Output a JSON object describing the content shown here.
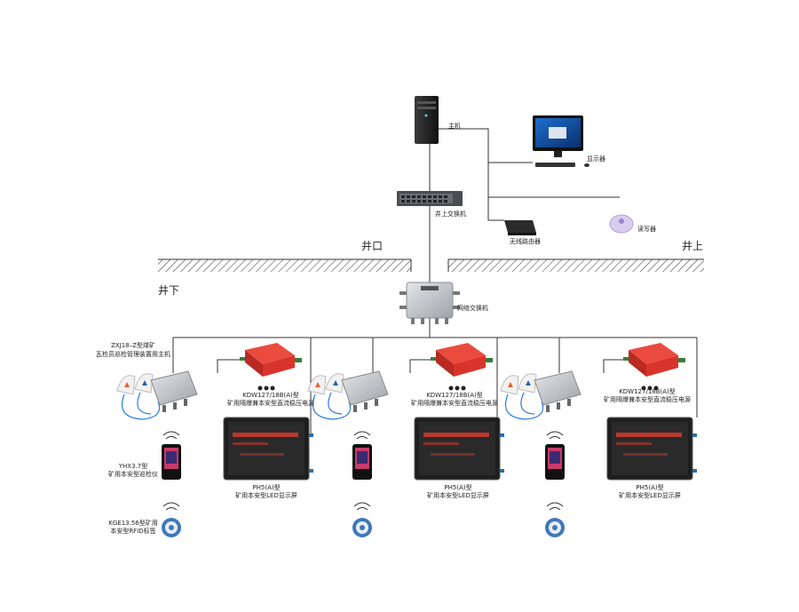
{
  "labels": {
    "host": "主机",
    "monitor": "显示器",
    "surface_switch": "井上交换机",
    "wireless_router": "无线路由器",
    "reader_writer": "读写器",
    "well_mouth": "井口",
    "above_ground": "井上",
    "underground": "井下",
    "network_switch": "网络交换机",
    "main_host_line1": "ZXJ18–Z型煤矿",
    "main_host_line2": "瓦检员巡检管理装置用主机",
    "psu_line1": "KDW127/18B(A)型",
    "psu_line2": "矿用隔爆兼本安型直流稳压电源",
    "led_line1": "PH5(A)型",
    "led_line2": "矿用本安型LED显示屏",
    "inspector_line1": "YHX3.7型",
    "inspector_line2": "矿用本安型巡检仪",
    "rfid_line1": "KGE13.56型矿用",
    "rfid_line2": "本安型RFID标签"
  },
  "colors": {
    "line": "#333333",
    "psu_red": "#d9342b",
    "steel": "#b8bcc0",
    "screen": "#2a2a2a",
    "led_red": "#e03a2f",
    "router": "#2b2b2b",
    "reader": "#c9b8e6"
  }
}
